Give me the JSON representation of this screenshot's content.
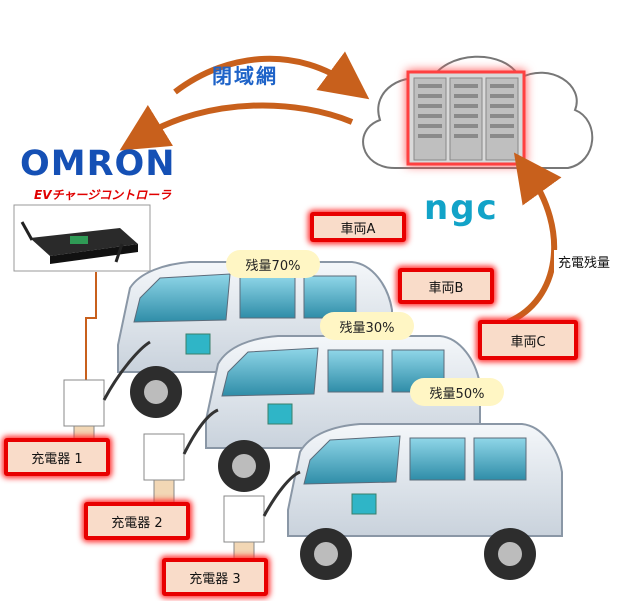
{
  "brand": {
    "omron": "OMRON",
    "omron_sub": "EVチャージコントローラ",
    "ngc": "ngc"
  },
  "labels": {
    "network": "閉域網",
    "charge_level": "充電残量",
    "vehicles": [
      "車両A",
      "車両B",
      "車両C"
    ],
    "chargers": [
      "充電器 1",
      "充電器 2",
      "充電器 3"
    ],
    "remaining": [
      "残量70%",
      "残量30%",
      "残量50%"
    ]
  },
  "colors": {
    "arrow": "#c8601c",
    "label_border": "#e80000",
    "label_fill": "#f9dcc9",
    "bubble_fill": "#fff6c4",
    "omron_blue": "#1550b5",
    "ngc_teal": "#12a3c8"
  }
}
